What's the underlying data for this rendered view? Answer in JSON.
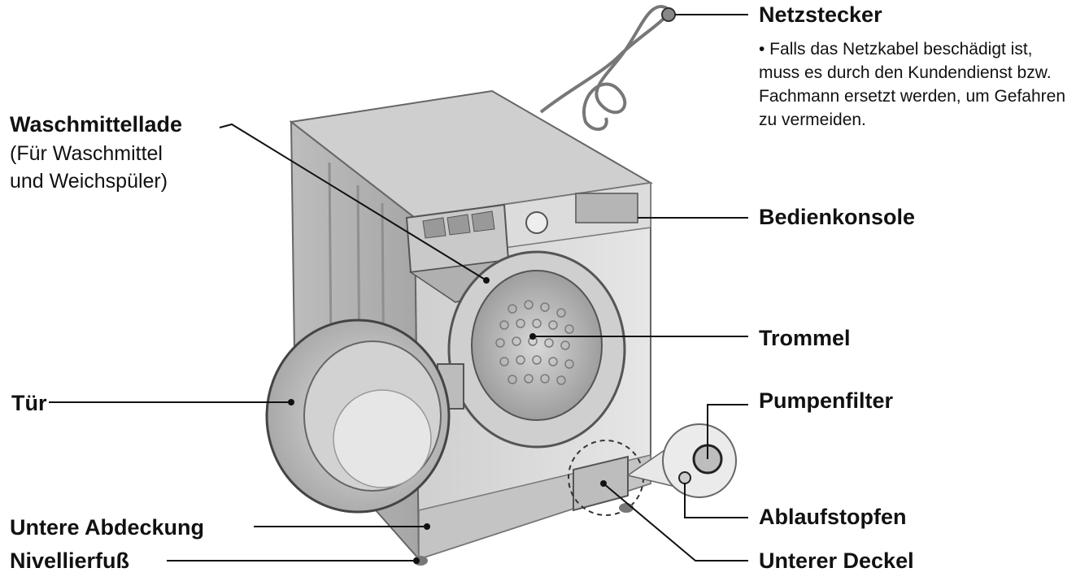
{
  "labels": {
    "netzstecker": "Netzstecker",
    "netzstecker_note": "• Falls das Netzkabel beschädigt ist, muss es durch den Kundendienst bzw. Fachmann ersetzt werden, um Gefahren zu vermeiden.",
    "waschmittellade": "Waschmittellade",
    "waschmittellade_sub_1": "(Für Waschmittel",
    "waschmittellade_sub_2": "und Weichspüler)",
    "bedienkonsole": "Bedienkonsole",
    "trommel": "Trommel",
    "pumpenfilter": "Pumpenfilter",
    "tuer": "Tür",
    "ablaufstopfen": "Ablaufstopfen",
    "untere_abdeckung": "Untere Abdeckung",
    "nivellierfuss": "Nivellierfuß",
    "unterer_deckel": "Unterer Deckel"
  },
  "colors": {
    "body_fill": "#d9d9d9",
    "top_fill": "#c8c8c8",
    "shadow_fill": "#a9a9a9",
    "drum_fill": "#bdbdbd",
    "line": "#111111"
  }
}
